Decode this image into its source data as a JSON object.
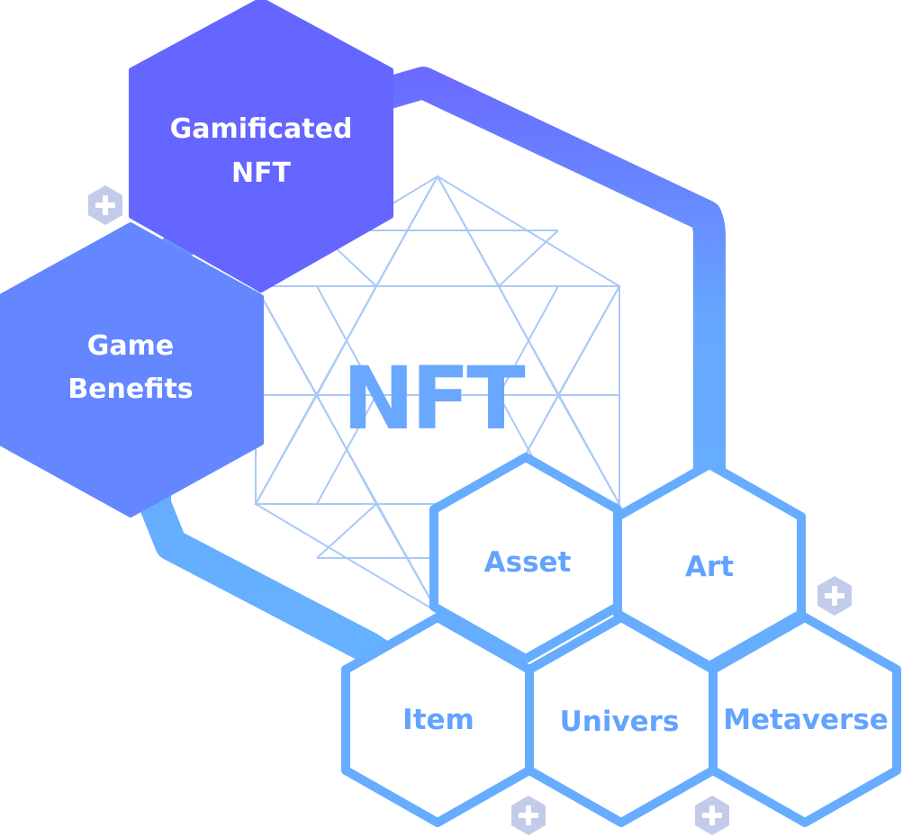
{
  "center": {
    "label": "NFT"
  },
  "hexagons": {
    "gamificated": {
      "line1": "Gamificated",
      "line2": "NFT"
    },
    "benefits": {
      "line1": "Game",
      "line2": "Benefits"
    },
    "asset": {
      "label": "Asset"
    },
    "art": {
      "label": "Art"
    },
    "item": {
      "label": "Item"
    },
    "univers": {
      "label": "Univers"
    },
    "metaverse": {
      "label": "Metaverse"
    }
  },
  "colors": {
    "purple": "#6565ff",
    "blue": "#6487ff",
    "outline": "#66acff",
    "ring_start": "#6a6cff",
    "ring_end": "#66b2ff",
    "wire": "#aac9f6",
    "plus_badge": "#c3cbeb"
  },
  "icons": [
    "plus-icon",
    "plus-icon",
    "plus-icon",
    "plus-icon"
  ]
}
